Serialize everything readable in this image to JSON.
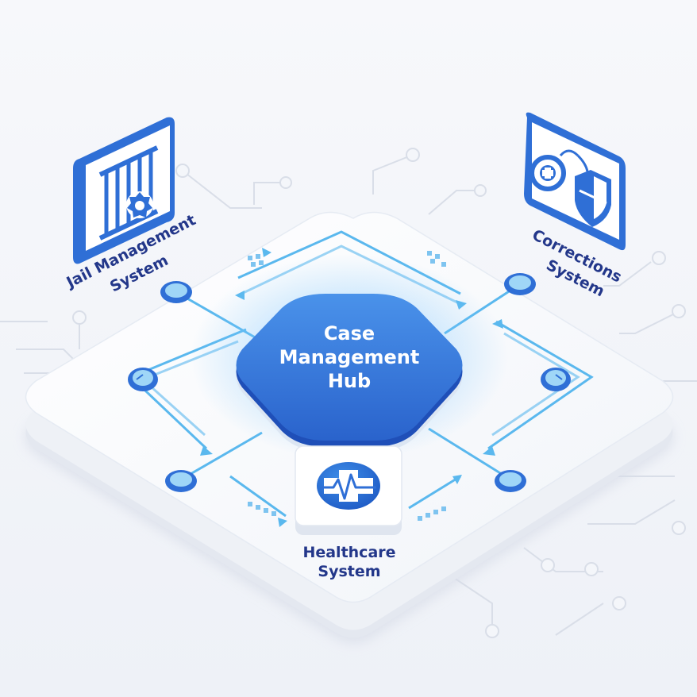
{
  "hub": {
    "line1": "Case",
    "line2": "Management",
    "line3": "Hub"
  },
  "nodes": {
    "jail": {
      "line1": "Jail Management",
      "line2": "System",
      "icon": "jail-bars-badge-icon"
    },
    "corrections": {
      "line1": "Corrections",
      "line2": "System",
      "icon": "handcuffs-shield-icon"
    },
    "healthcare": {
      "line1": "Healthcare",
      "line2": "System",
      "icon": "medical-cross-heartbeat-icon"
    }
  },
  "colors": {
    "primary_blue": "#2f6fd6",
    "dark_navy": "#23378a",
    "light_blue": "#5ab8ee",
    "background": "#f4f6fa",
    "platform": "#ffffff"
  }
}
